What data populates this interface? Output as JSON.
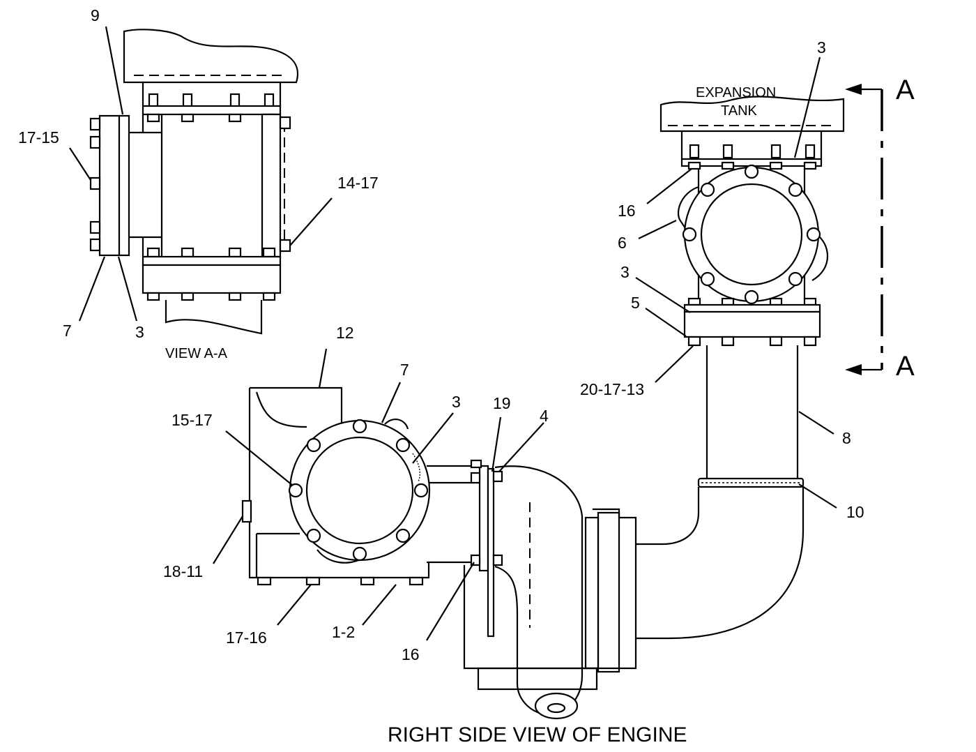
{
  "labels": {
    "view_a_a": {
      "caption": "VIEW A-A",
      "c9": "9",
      "c17_15": "17-15",
      "c14_17": "14-17",
      "c7": "7",
      "c3": "3"
    },
    "expansion": {
      "tank_line1": "EXPANSION",
      "tank_line2": "TANK",
      "c3_top": "3",
      "c16": "16",
      "c6": "6",
      "c3_mid": "3",
      "c5": "5",
      "c20_17_13": "20-17-13",
      "c8": "8",
      "c10": "10",
      "section_top": "A",
      "section_bottom": "A"
    },
    "engine": {
      "caption": "RIGHT SIDE VIEW OF ENGINE",
      "c12": "12",
      "c7": "7",
      "c3": "3",
      "c19": "19",
      "c4": "4",
      "c15_17": "15-17",
      "c18_11": "18-11",
      "c17_16": "17-16",
      "c1_2": "1-2",
      "c16": "16"
    }
  }
}
